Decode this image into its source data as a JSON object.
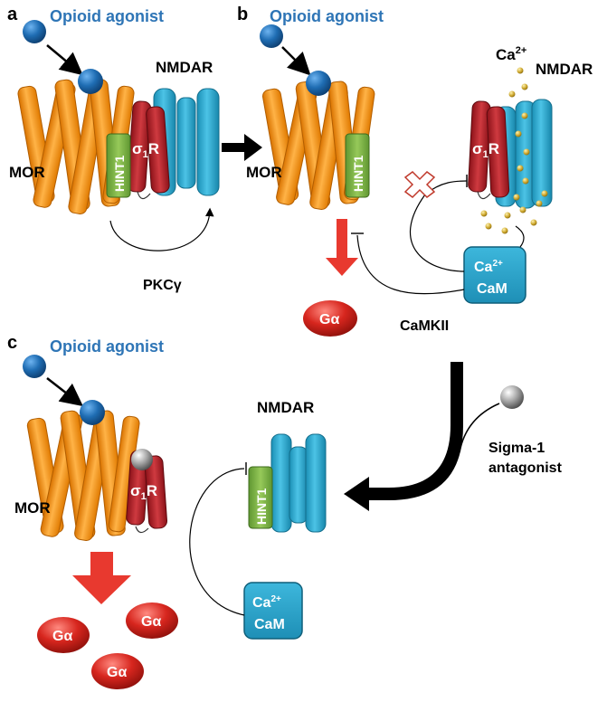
{
  "panels": [
    {
      "letter": "a",
      "agonist_label": "Opioid agonist",
      "mor_label": "MOR",
      "nmdar_label": "NMDAR",
      "hint1_label": "HINT1",
      "sigma_label": "σ",
      "sigma_sub": "1",
      "sigma_r": "R",
      "kinase_label": "PKCγ"
    },
    {
      "letter": "b",
      "agonist_label": "Opioid agonist",
      "mor_label": "MOR",
      "nmdar_label": "NMDAR",
      "hint1_label": "HINT1",
      "sigma_label": "σ",
      "sigma_sub": "1",
      "sigma_r": "R",
      "ca_label": "Ca",
      "ca_sup": "2+",
      "cam_ca": "Ca",
      "cam_sup": "2+",
      "cam_label": "CaM",
      "kinase_label": "CaMKII",
      "galpha": "Gα"
    },
    {
      "letter": "c",
      "agonist_label": "Opioid agonist",
      "mor_label": "MOR",
      "nmdar_label": "NMDAR",
      "hint1_label": "HINT1",
      "sigma_label": "σ",
      "sigma_sub": "1",
      "sigma_r": "R",
      "cam_ca": "Ca",
      "cam_sup": "2+",
      "cam_label": "CaM",
      "antagonist_line1": "Sigma-1",
      "antagonist_line2": "antagonist",
      "galpha": [
        "Gα",
        "Gα",
        "Gα"
      ]
    }
  ],
  "colors": {
    "agonist_blue": "#1f6db3",
    "label_blue": "#2e75b6",
    "mor_orange": "#f7931e",
    "nmdar_cyan": "#29a9cf",
    "sigma_red": "#b3232b",
    "hint1_green": "#7cb342",
    "galpha_red": "#d7261e",
    "arrow_red": "#e8392f",
    "antagonist_gray": "#9a9a9a"
  }
}
